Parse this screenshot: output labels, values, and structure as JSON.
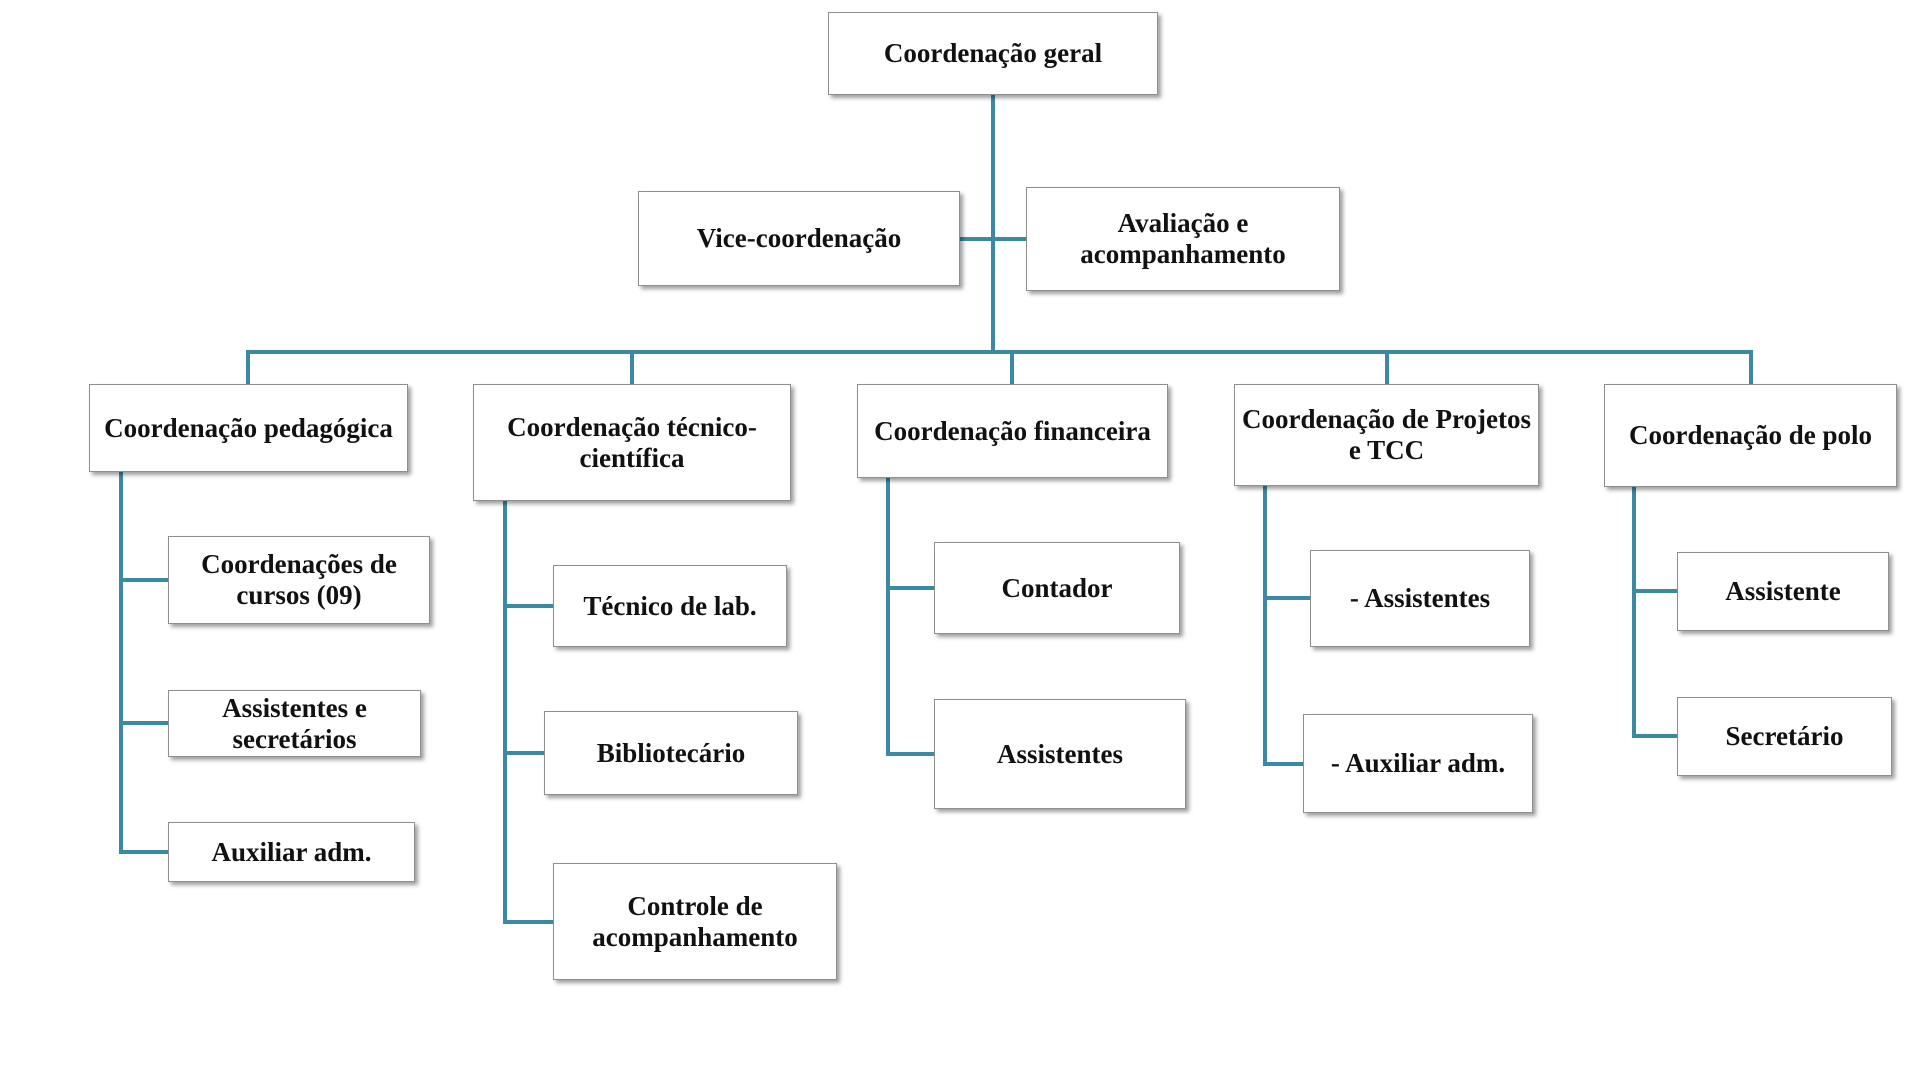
{
  "diagram": {
    "line_color": "#3b8aa3",
    "nodes": {
      "coord_geral": "Coordenação geral",
      "vice": "Vice-coordenação",
      "avaliacao": "Avaliação e acompanhamento",
      "coord_pedagogica": "Coordenação pedagógica",
      "coord_tecnico": "Coordenação técnico-científica",
      "coord_financeira": "Coordenação financeira",
      "coord_projetos": "Coordenação de Projetos e TCC",
      "coord_polo": "Coordenação de polo",
      "ped_cursos": "Coordenações de cursos (09)",
      "ped_assistentes": "Assistentes e secretários",
      "ped_auxiliar": "Auxiliar adm.",
      "tec_lab": "Técnico de lab.",
      "tec_biblio": "Bibliotecário",
      "tec_controle": "Controle de acompanhamento",
      "fin_contador": "Contador",
      "fin_assistentes": "Assistentes",
      "proj_assistentes": "- Assistentes",
      "proj_auxiliar": "- Auxiliar adm.",
      "polo_assistente": "Assistente",
      "polo_secretario": "Secretário"
    }
  }
}
